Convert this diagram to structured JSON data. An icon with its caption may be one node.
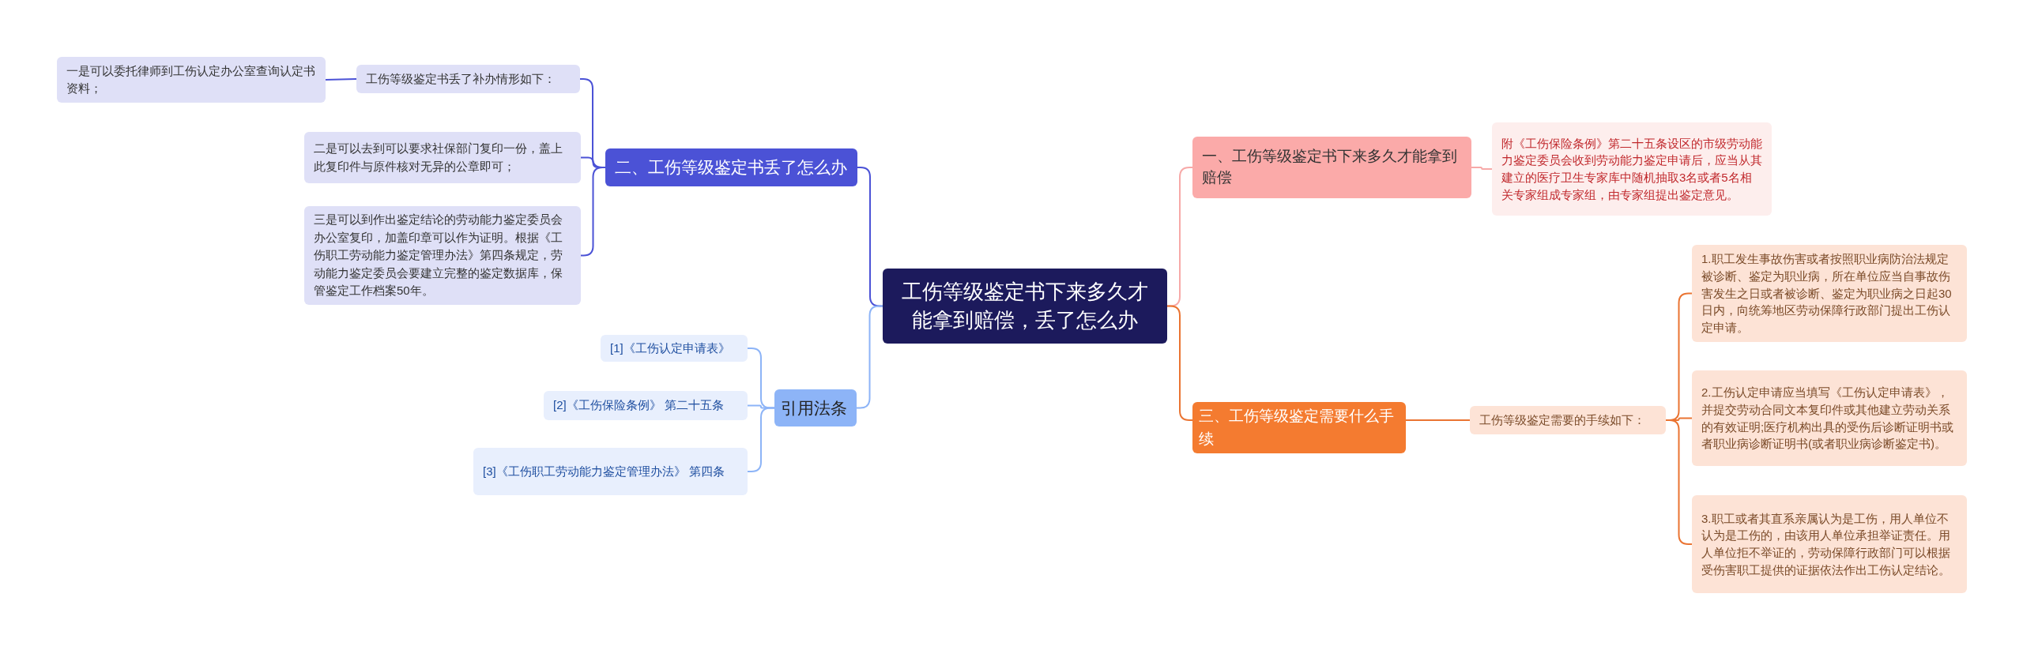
{
  "diagram": {
    "nodes": [
      {
        "text": [
          "工伤等级鉴定书下来多久才能拿到赔偿，丢了怎么办"
        ]
      },
      {
        "text": [
          "二、工伤等级鉴定书丢了怎么办"
        ]
      },
      {
        "text": [
          "工伤等级鉴定书丢了补办情形如下："
        ]
      },
      {
        "text": [
          "一是可以委托律师到工伤认定办公室查询认定书资料；"
        ]
      },
      {
        "text": [
          "二是可以去到可以要求社保部门复印一份，盖上此复印件与原件核对无异的公章即可；"
        ]
      },
      {
        "text": [
          "三是可以到作出鉴定结论的劳动能力鉴定委员会办公室复印，加盖印章可以作为证明。根据《工伤职工劳动能力鉴定管理办法》第四条规定，劳动能力鉴定委员会要建立完整的鉴定数据库，保管鉴定工作档案50年。"
        ]
      },
      {
        "text": [
          "引用法条"
        ]
      },
      {
        "text": [
          "[1]《工伤认定申请表》"
        ]
      },
      {
        "text": [
          "[2]《工伤保险条例》 第二十五条"
        ]
      },
      {
        "text": [
          "[3]《工伤职工劳动能力鉴定管理办法》 第四条"
        ]
      },
      {
        "text": [
          "一、工伤等级鉴定书下来多久才能拿到赔偿"
        ]
      },
      {
        "text": [
          "附《工伤保险条例》第二十五条设区的市级劳动能力鉴定委员会收到劳动能力鉴定申请后，应当从其建立的医疗卫生专家库中随机抽取3名或者5名相关专家组成专家组，由专家组提出鉴定意见。"
        ]
      },
      {
        "text": [
          "三、工伤等级鉴定需要什么手续"
        ]
      },
      {
        "text": [
          "工伤等级鉴定需要的手续如下："
        ]
      },
      {
        "text": [
          "1.职工发生事故伤害或者按照职业病防治法规定被诊断、鉴定为职业病，所在单位应当自事故伤害发生之日或者被诊断、鉴定为职业病之日起30日内，向统筹地区劳动保障行政部门提出工伤认定申请。"
        ]
      },
      {
        "text": [
          "2.工伤认定申请应当填写《工伤认定申请表》，并提交劳动合同文本复印件或其他建立劳动关系的有效证明;医疗机构出具的受伤后诊断证明书或者职业病诊断证明书(或者职业病诊断鉴定书)。"
        ]
      },
      {
        "text": [
          "3.职工或者其直系亲属认为是工伤，用人单位不认为是工伤的，由该用人单位承担举证责任。用人单位拒不举证的，劳动保障行政部门可以根据受伤害职工提供的证据依法作出工伤认定结论。"
        ]
      }
    ],
    "edges": [
      {
        "from": 0,
        "to": 1,
        "arrow": "none",
        "color": "#4b52d6"
      },
      {
        "from": 1,
        "to": 2,
        "arrow": "none",
        "color": "#4b52d6"
      },
      {
        "from": 2,
        "to": 3,
        "arrow": "none",
        "color": "#4b52d6"
      },
      {
        "from": 1,
        "to": 4,
        "arrow": "none",
        "color": "#4b52d6"
      },
      {
        "from": 1,
        "to": 5,
        "arrow": "none",
        "color": "#4b52d6"
      },
      {
        "from": 0,
        "to": 6,
        "arrow": "none",
        "color": "#8db4f7"
      },
      {
        "from": 6,
        "to": 7,
        "arrow": "none",
        "color": "#8db4f7"
      },
      {
        "from": 6,
        "to": 8,
        "arrow": "none",
        "color": "#8db4f7"
      },
      {
        "from": 6,
        "to": 9,
        "arrow": "none",
        "color": "#8db4f7"
      },
      {
        "from": 0,
        "to": 10,
        "arrow": "none",
        "color": "#f7a9a8"
      },
      {
        "from": 10,
        "to": 11,
        "arrow": "none",
        "color": "#f7a9a8"
      },
      {
        "from": 0,
        "to": 12,
        "arrow": "none",
        "color": "#ea7432"
      },
      {
        "from": 12,
        "to": 13,
        "arrow": "none",
        "color": "#ea7432"
      },
      {
        "from": 13,
        "to": 14,
        "arrow": "none",
        "color": "#ea7432"
      },
      {
        "from": 13,
        "to": 15,
        "arrow": "none",
        "color": "#ea7432"
      },
      {
        "from": 13,
        "to": 16,
        "arrow": "none",
        "color": "#ea7432"
      }
    ]
  }
}
